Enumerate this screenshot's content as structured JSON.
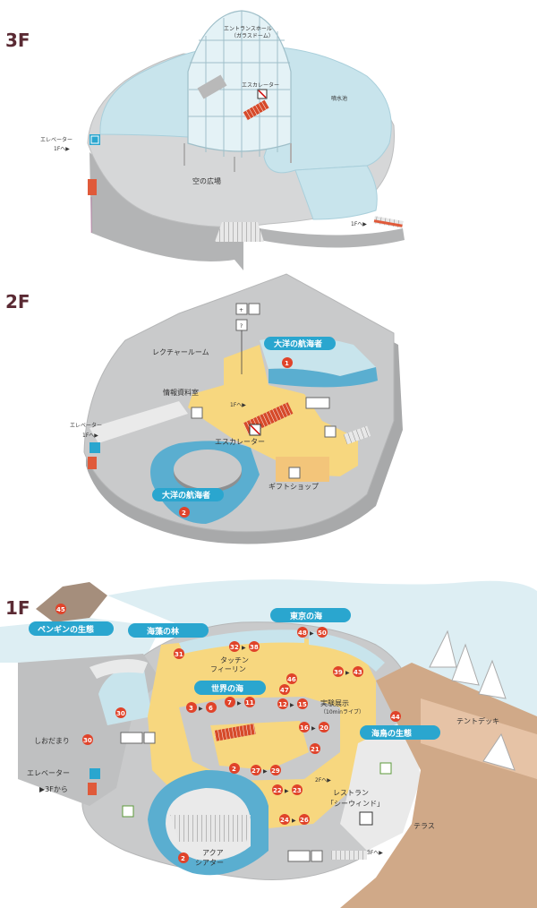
{
  "floors": {
    "f3": {
      "label": "3F",
      "entrance_hall": "エントランスホール",
      "entrance_hall_sub": "（ガラスドーム）",
      "escalator": "エスカレーター",
      "fountain": "噴水池",
      "sky_plaza": "空の広場",
      "elevator_1": "エレベーター",
      "elevator_2": "1Fへ▶",
      "to_1f": "1Fへ▶"
    },
    "f2": {
      "label": "2F",
      "lecture_room": "レクチャールーム",
      "info_room": "情報資料室",
      "to_1f": "1Fへ▶",
      "escalator": "エスカレーター",
      "elevator_1": "エレベーター",
      "elevator_2": "1Fへ▶",
      "gift_shop": "ギフトショップ",
      "zone_ocean_top": "大洋の航海者",
      "zone_ocean_bottom": "大洋の航海者",
      "num_1": "1",
      "num_2": "2"
    },
    "f1": {
      "label": "1F",
      "zone_penguin": "ペンギンの生態",
      "zone_seaweed": "海藻の林",
      "zone_tokyo": "東京の海",
      "zone_world": "世界の海",
      "zone_seabird": "海鳥の生態",
      "touch_1": "タッチン",
      "touch_2": "フィーリン",
      "demo_1": "実験展示",
      "demo_2": "（10minライブ）",
      "tide_pool": "しおだまり",
      "elevator_1": "エレベーター",
      "elevator_2": "▶3Fから",
      "to_2f": "2Fへ▶",
      "to_3f": "3Fへ▶",
      "restaurant_1": "レストラン",
      "restaurant_2": "「シーウィンド」",
      "terrace": "テラス",
      "tent_deck": "テントデッキ",
      "aqua_1": "アクア",
      "aqua_2": "シアター",
      "n45": "45",
      "n31": "31",
      "n30a": "30",
      "n30b": "30",
      "r32": "32",
      "r38": "38",
      "r48": "48",
      "r50": "50",
      "r39": "39",
      "r43": "43",
      "n46": "46",
      "n47": "47",
      "r3": "3",
      "r6": "6",
      "r7": "7",
      "r11": "11",
      "r12": "12",
      "r15": "15",
      "r16": "16",
      "r20": "20",
      "n21": "21",
      "n44": "44",
      "n2a": "2",
      "n2b": "2",
      "r27": "27",
      "r29": "29",
      "r22": "22",
      "r23": "23",
      "r24": "24",
      "r26": "26"
    }
  },
  "colors": {
    "floor_gray": "#c9cacb",
    "dark_gray": "#9a9b9c",
    "water": "#c8e4ec",
    "water_deep": "#5aaed0",
    "walkway": "#f7d77f",
    "pill": "#2aa6cf",
    "num": "#e0432a",
    "floor_label": "#5a2a33"
  }
}
